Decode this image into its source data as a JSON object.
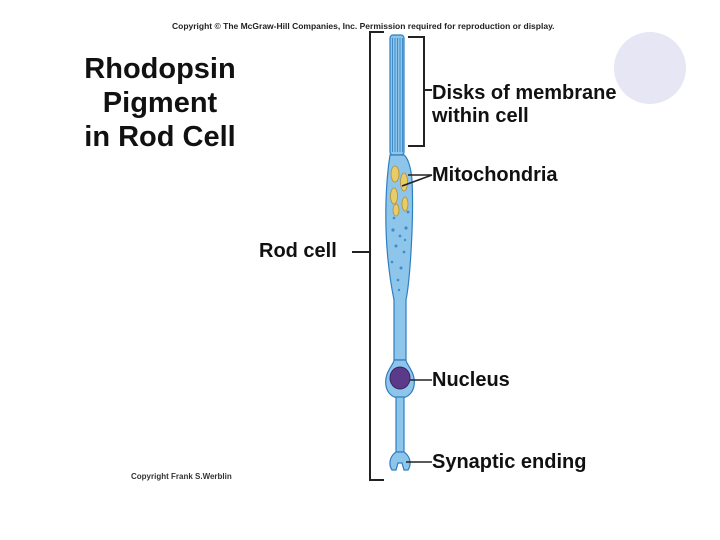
{
  "copyright_top": "Copyright © The McGraw-Hill Companies, Inc. Permission required for reproduction or display.",
  "title_lines": [
    "Rhodopsin",
    "Pigment",
    "in Rod Cell"
  ],
  "labels": {
    "disks_line1": "Disks of membrane",
    "disks_line2": "within cell",
    "mitochondria": "Mitochondria",
    "rod_cell": "Rod cell",
    "nucleus": "Nucleus",
    "synaptic_ending": "Synaptic ending"
  },
  "copyright_bottom": "Copyright Frank S.Werblin",
  "colors": {
    "cell_fill": "#8ec5ea",
    "cell_stroke": "#2d7fc0",
    "disk_fill": "#5aa9e0",
    "mitochondria": "#e8cc6a",
    "nucleus": "#5b3a8a",
    "decor_circle": "#e6e6f4"
  }
}
